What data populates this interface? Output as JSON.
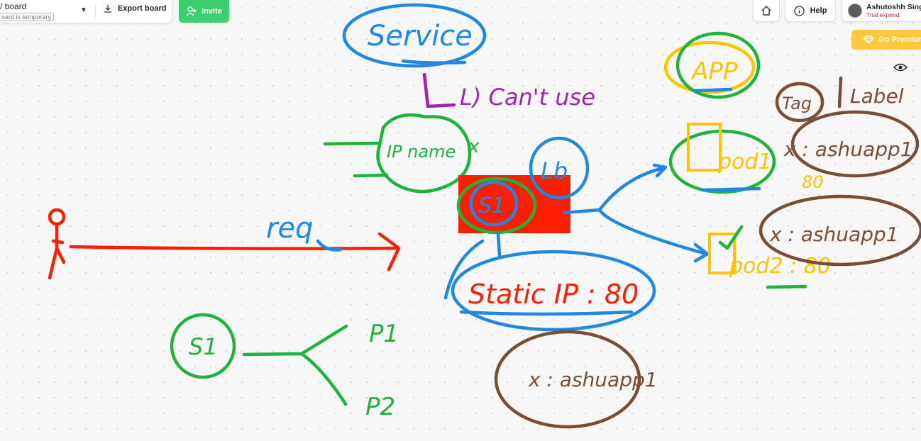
{
  "board": {
    "name": "/ board",
    "temporary_note": "oard is temporary",
    "dropdown_icon": "caret-down-icon",
    "export_label": "Export board",
    "export_icon": "download-icon",
    "invite_label": "Invite",
    "invite_icon": "add-user-icon"
  },
  "header_right": {
    "home_icon": "home-icon",
    "help_label": "Help",
    "help_icon": "info-icon",
    "user_name": "Ashutoshh Singh",
    "user_status": "Trial expired",
    "premium_label": "Go Premium",
    "premium_icon": "diamond-icon",
    "eye_icon": "eye-icon"
  },
  "colors": {
    "accent_green": "#3ccf6f",
    "premium_yellow": "#ffc83d",
    "ink_blue": "#1e88e5",
    "ink_green": "#1eb33a",
    "ink_red": "#ff1e00",
    "ink_purple": "#a51fb4",
    "ink_brown": "#7a4e36",
    "ink_yellow": "#ffc400"
  },
  "sketch": {
    "service": "Service",
    "cant_use": "L) Can't use",
    "ip_name": "IP name",
    "x": "x",
    "s1": "S1",
    "lb": "Lb",
    "req": "req",
    "static_ip": "Static IP : 80",
    "app": "APP",
    "pod1": "pod1",
    "pod2": "pod2 : 80",
    "tag": "Tag",
    "label": "Label",
    "ashuapp1": "x : ashuapp1",
    "ashuapp_mid": "x : ashuapp1",
    "ashuapp_bottom": "x : ashuapp1",
    "p1": "P1",
    "p2": "P2",
    "port80": "80"
  }
}
